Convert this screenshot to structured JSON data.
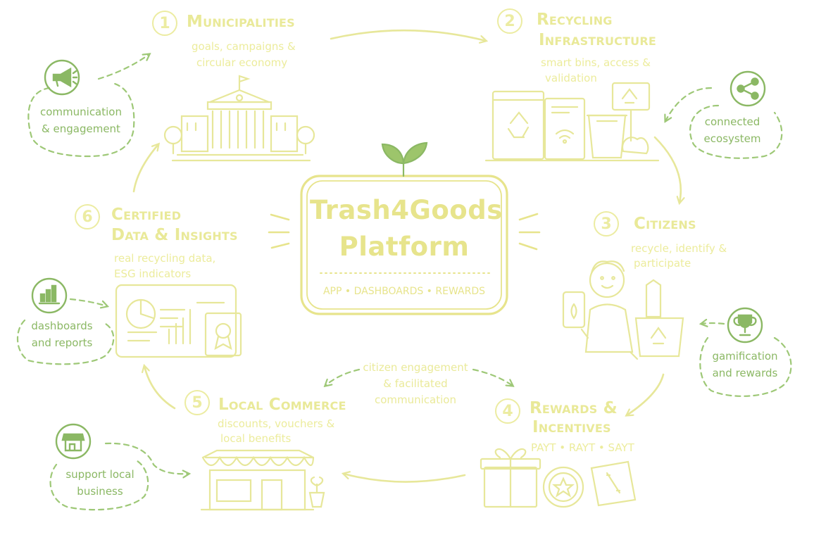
{
  "platform": {
    "title_line1": "Trash4Goods",
    "title_line2": "Platform",
    "subtitle": "APP • DASHBOARDS • REWARDS"
  },
  "stages": [
    {
      "number": "1",
      "title_line1": "Municipalities",
      "title_line2": "",
      "subtitle_line1": "goals, campaigns &",
      "subtitle_line2": "circular economy"
    },
    {
      "number": "2",
      "title_line1": "Recycling",
      "title_line2": "Infrastructure",
      "subtitle_line1": "smart bins, access &",
      "subtitle_line2": "validation"
    },
    {
      "number": "3",
      "title_line1": "Citizens",
      "title_line2": "",
      "subtitle_line1": "recycle, identify &",
      "subtitle_line2": "participate"
    },
    {
      "number": "4",
      "title_line1": "Rewards &",
      "title_line2": "Incentives",
      "subtitle_line1": "PAYT • RAYT • SAYT",
      "subtitle_line2": ""
    },
    {
      "number": "5",
      "title_line1": "Local Commerce",
      "title_line2": "",
      "subtitle_line1": "discounts, vouchers &",
      "subtitle_line2": "local benefits"
    },
    {
      "number": "6",
      "title_line1": "Certified",
      "title_line2": "Data & Insights",
      "subtitle_line1": "real recycling data,",
      "subtitle_line2": "ESG indicators"
    }
  ],
  "side_notes": [
    {
      "line1": "communication",
      "line2": "& engagement",
      "icon": "megaphone-icon"
    },
    {
      "line1": "connected",
      "line2": "ecosystem",
      "icon": "share-icon"
    },
    {
      "line1": "gamification",
      "line2": "and rewards",
      "icon": "trophy-icon"
    },
    {
      "line1": "support local",
      "line2": "business",
      "icon": "shop-icon"
    },
    {
      "line1": "dashboards",
      "line2": "and reports",
      "icon": "bar-chart-icon"
    }
  ],
  "link_label": {
    "line1": "citizen engagement",
    "line2": "& facilitated",
    "line3": "communication"
  },
  "colors": {
    "accent_green": "#8bb864",
    "sketch_yellow": "#ecec9c",
    "leaf_green": "#9dc56b"
  }
}
